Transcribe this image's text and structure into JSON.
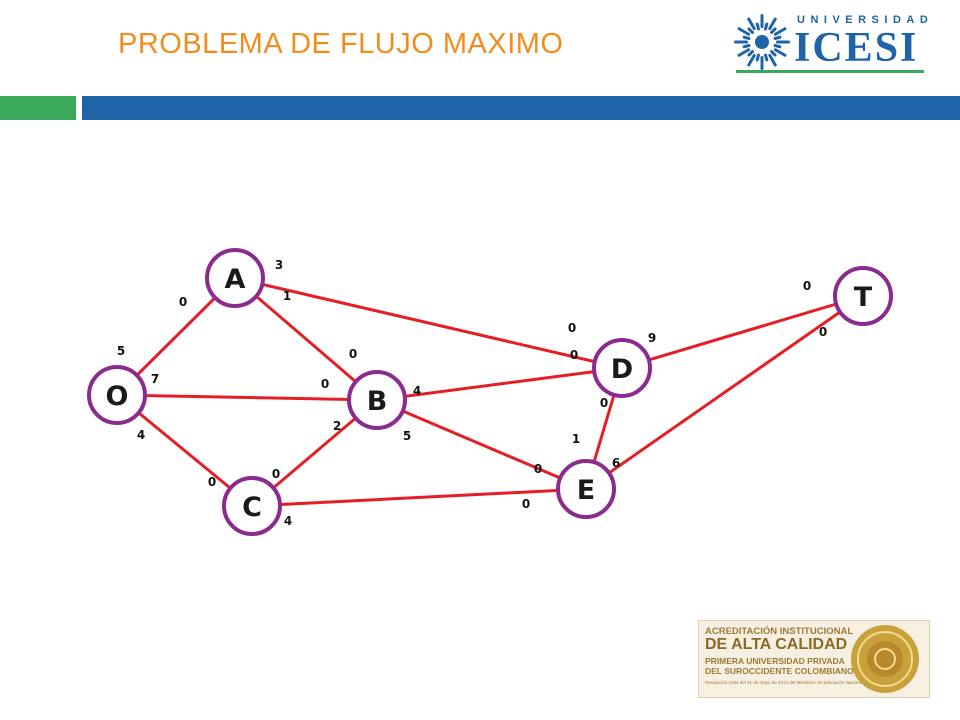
{
  "header": {
    "title": "PROBLEMA DE FLUJO MAXIMO",
    "logo_top": "UNIVERSIDAD",
    "logo_name": "ICESI",
    "accent_orange": "#f28c1e",
    "accent_green": "#3aaa5a",
    "accent_blue": "#1f64a8"
  },
  "graph": {
    "edge_color": "#e51e25",
    "node_border_color": "#8b2b8f",
    "nodes": [
      "O",
      "A",
      "B",
      "C",
      "D",
      "E",
      "T"
    ],
    "edges": [
      {
        "from": "O",
        "to": "A",
        "cap_from": "5",
        "cap_to": "0"
      },
      {
        "from": "O",
        "to": "B",
        "cap_from": "7",
        "cap_to": "0"
      },
      {
        "from": "O",
        "to": "C",
        "cap_from": "4",
        "cap_to": "0"
      },
      {
        "from": "A",
        "to": "B",
        "cap_from": "1",
        "cap_to": "0"
      },
      {
        "from": "A",
        "to": "D",
        "cap_from": "3",
        "cap_to": "0"
      },
      {
        "from": "B",
        "to": "C",
        "cap_from": "2",
        "cap_to": "0"
      },
      {
        "from": "B",
        "to": "D",
        "cap_from": "4",
        "cap_to": "0"
      },
      {
        "from": "B",
        "to": "E",
        "cap_from": "5",
        "cap_to": "0"
      },
      {
        "from": "C",
        "to": "E",
        "cap_from": "4",
        "cap_to": "0"
      },
      {
        "from": "D",
        "to": "E",
        "cap_from": "0",
        "cap_to": "1"
      },
      {
        "from": "D",
        "to": "T",
        "cap_from": "9",
        "cap_to": "0"
      },
      {
        "from": "E",
        "to": "T",
        "cap_from": "6",
        "cap_to": "0"
      }
    ]
  },
  "accreditation": {
    "line1": "ACREDITACIÓN INSTITUCIONAL",
    "line2": "DE ALTA CALIDAD",
    "line3": "PRIMERA UNIVERSIDAD PRIVADA",
    "line4": "DEL SUROCCIDENTE COLOMBIANO",
    "line5": "Resolución 1054 del 31 de mayo de 2013 del Ministerio de Educación Nacional",
    "seal_color": "#c9a13a"
  }
}
